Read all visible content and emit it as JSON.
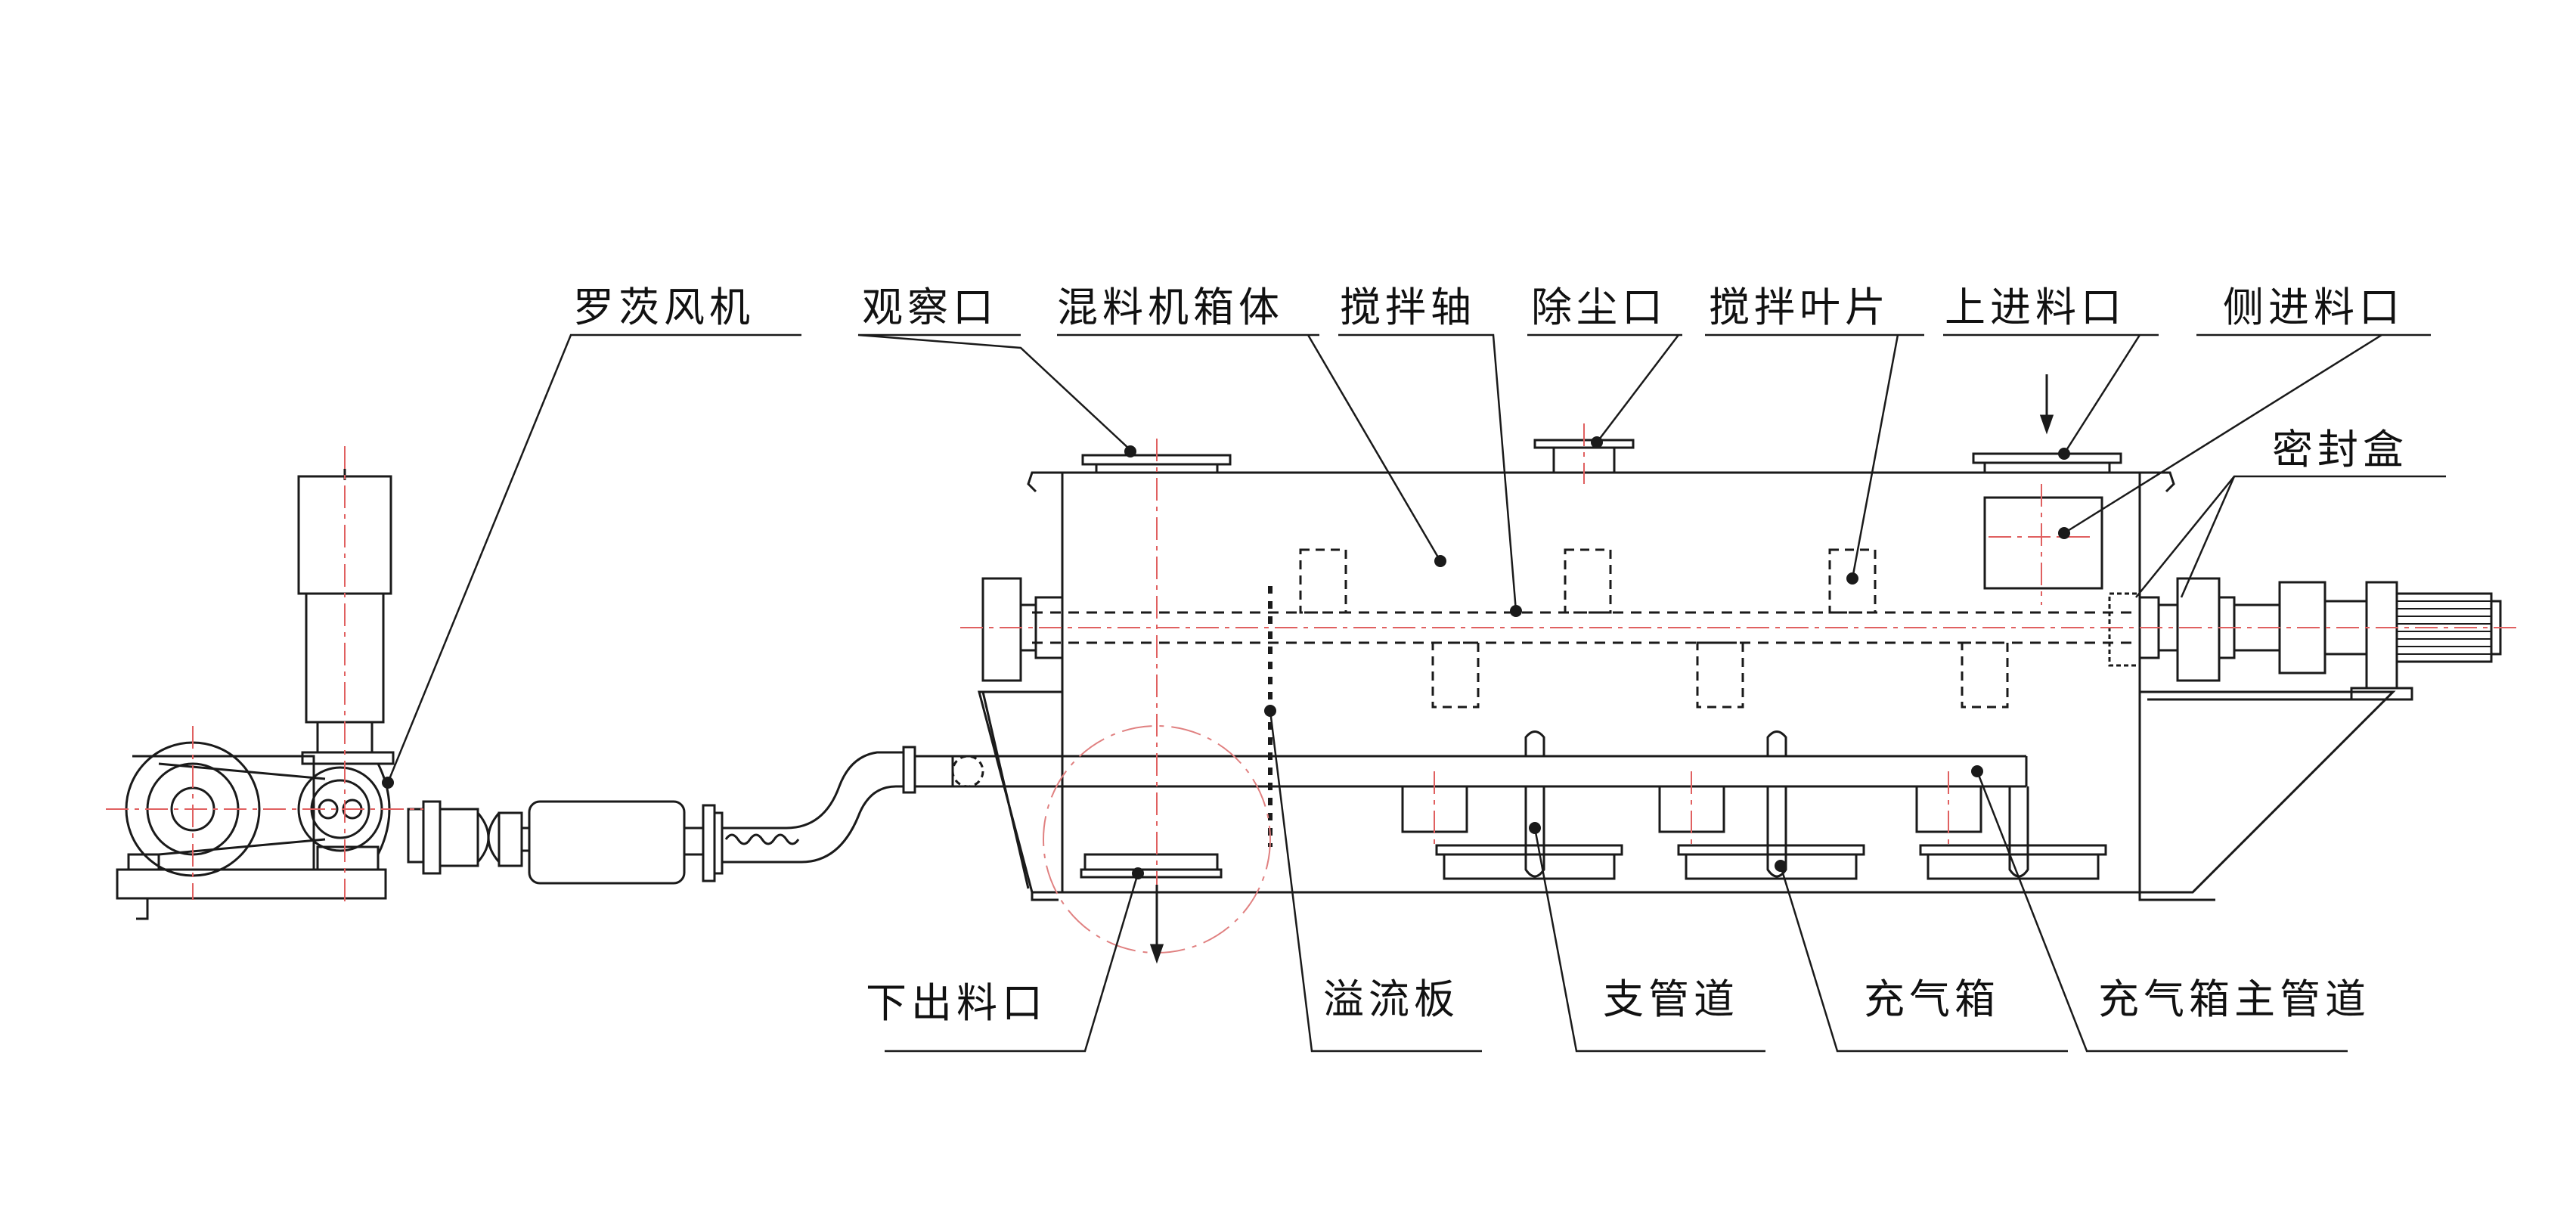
{
  "colors": {
    "line": "#1a1a1a",
    "center_line": "#e06060",
    "background": "#ffffff"
  },
  "labels": {
    "roots_blower": "罗茨风机",
    "inspection_port": "观察口",
    "mixer_body": "混料机箱体",
    "agitator_shaft": "搅拌轴",
    "dust_port": "除尘口",
    "agitator_blade": "搅拌叶片",
    "top_inlet": "上进料口",
    "side_inlet": "侧进料口",
    "seal_box": "密封盒",
    "bottom_outlet": "下出料口",
    "overflow_plate": "溢流板",
    "branch_pipe": "支管道",
    "air_box": "充气箱",
    "air_box_main_pipe": "充气箱主管道"
  }
}
